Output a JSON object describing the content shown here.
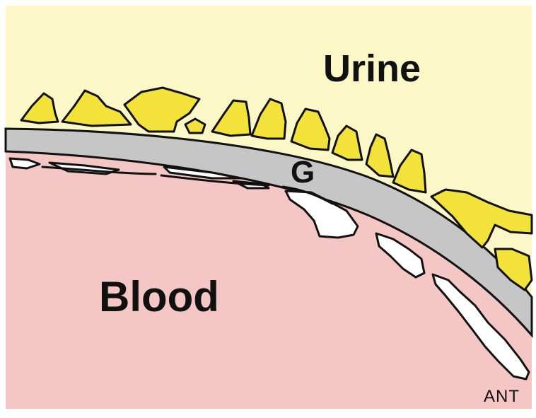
{
  "labels": {
    "urine": "Urine",
    "blood": "Blood",
    "g": "G",
    "ant": "ANT"
  },
  "colors": {
    "urine_region": "#fbf7c6",
    "blood_region": "#f4c6c4",
    "membrane": "#c6c6c6",
    "podocytes": "#f2e23a",
    "endothelium": "#ffffff",
    "outline": "#111111"
  }
}
